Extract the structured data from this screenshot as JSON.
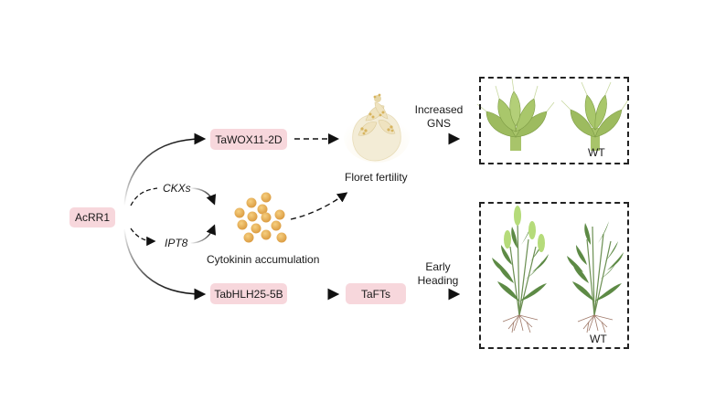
{
  "nodes": {
    "acrr1": "AcRR1",
    "tawox": "TaWOX11-2D",
    "tabhlh": "TabHLH25-5B",
    "tafts": "TaFTs"
  },
  "labels": {
    "ckxs": "CKXs",
    "ipt8": "IPT8",
    "cytokinin": "Cytokinin accumulation",
    "floret": "Floret fertility",
    "gns_line1": "Increased",
    "gns_line2": "GNS",
    "heading_line1": "Early",
    "heading_line2": "Heading",
    "wt_top": "WT",
    "wt_bottom": "WT"
  },
  "colors": {
    "node_fill": "#f7d7dc",
    "arrow": "#111111",
    "cytokinin_dot": "#e3a94f",
    "floret": "#f3ead0",
    "spike_green": "#9dbb5f",
    "plant_green": "#5d8a45",
    "ear_green": "#b5db7a",
    "root": "#a07a6a"
  }
}
